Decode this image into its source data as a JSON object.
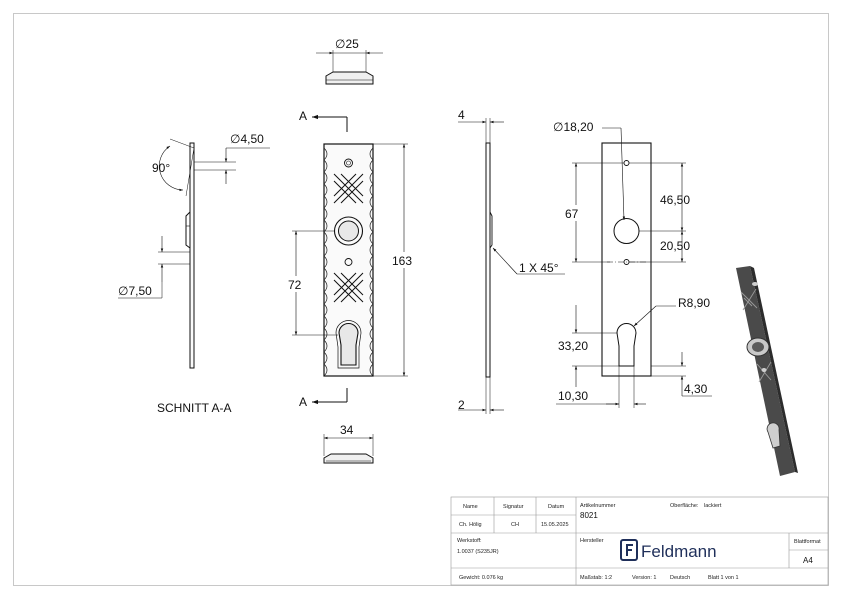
{
  "drawing": {
    "front_view": {
      "section_marker": "A",
      "height": "163",
      "spacing": "72"
    },
    "top_view": {
      "diameter": "∅25"
    },
    "bottom_view": {
      "width": "34"
    },
    "side_view": {
      "thickness_top": "4",
      "thickness_bottom": "2",
      "chamfer": "1 X 45°"
    },
    "section_view": {
      "angle": "90°",
      "hole_small": "∅4,50",
      "hole_large": "∅7,50",
      "caption": "SCHNITT A-A"
    },
    "detail_view": {
      "hole": "∅18,20",
      "dim_67": "67",
      "dim_46": "46,50",
      "dim_20": "20,50",
      "radius": "R8,90",
      "dim_33": "33,20",
      "dim_10": "10,30",
      "dim_4": "4,30"
    }
  },
  "title_block": {
    "headers": {
      "name": "Name",
      "signatur": "Signatur",
      "datum": "Datum"
    },
    "row": {
      "name": "Ch. Hölig",
      "signatur": "CH",
      "datum": "15.05.2025"
    },
    "artikelnummer_label": "Artikelnummer",
    "artikelnummer": "8021",
    "oberflaeche_label": "Oberfläche:",
    "oberflaeche": "lackiert",
    "werkstoff_label": "Werkstoff:",
    "werkstoff": "1.0037 (S235JR)",
    "hersteller_label": "Hersteller",
    "brand": "Feldmann",
    "blattformat_label": "Blattformat",
    "blattformat": "A4",
    "gewicht": "Gewicht: 0.076 kg",
    "massstab": "Maßstab: 1:2",
    "version": "Version: 1",
    "sprache": "Deutsch",
    "blatt": "Blatt 1 von 1"
  }
}
